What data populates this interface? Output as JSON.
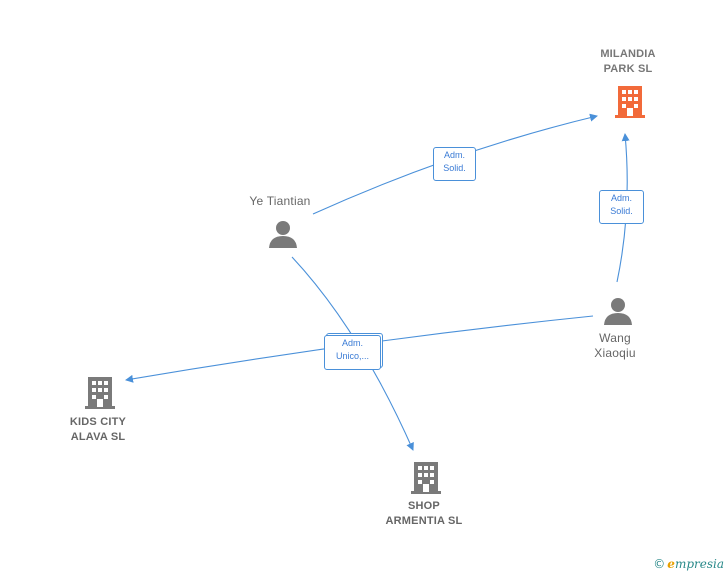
{
  "nodes": {
    "milandia": {
      "label": "MILANDIA\nPARK  SL",
      "icon": "building-icon",
      "color": "#f26a3a"
    },
    "kids": {
      "label": "KIDS CITY\nALAVA  SL",
      "icon": "building-icon",
      "color": "#7a7a7a"
    },
    "shop": {
      "label": "SHOP\nARMENTIA  SL",
      "icon": "building-icon",
      "color": "#7a7a7a"
    },
    "ye": {
      "label": "Ye Tiantian",
      "icon": "person-icon",
      "color": "#7a7a7a"
    },
    "wang": {
      "label": "Wang\nXiaoqiu",
      "icon": "person-icon",
      "color": "#7a7a7a"
    }
  },
  "edges": {
    "ye_milandia": "Adm.\nSolid.",
    "wang_milandia": "Adm.\nSolid.",
    "center": "Adm.\nUnico,..."
  },
  "colors": {
    "edge": "#4a90d9"
  },
  "footer": {
    "copyright": "©",
    "brand_first": "e",
    "brand_rest": "mpresia"
  }
}
